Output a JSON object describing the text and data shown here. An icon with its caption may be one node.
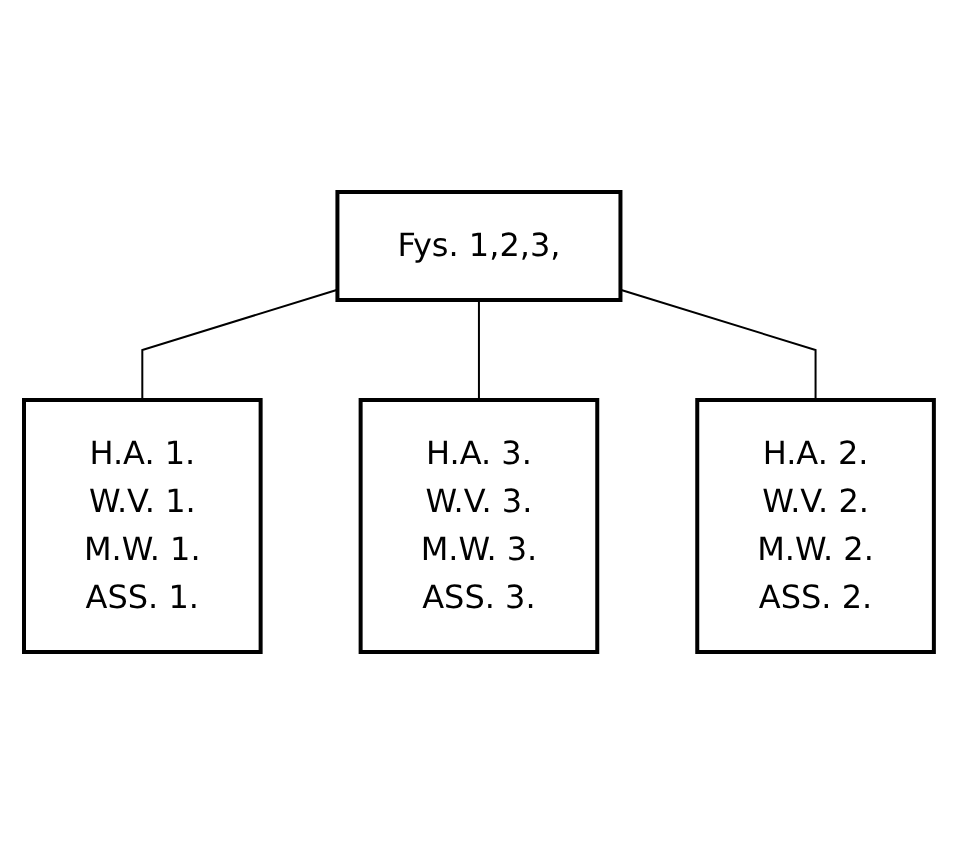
{
  "diagram": {
    "nodes": [
      {
        "text": [
          "Fys. 1,2,3,"
        ]
      },
      {
        "text": [
          "H.A. 1.",
          "W.V. 1.",
          "M.W. 1.",
          "ASS. 1."
        ]
      },
      {
        "text": [
          "H.A. 3.",
          "W.V. 3.",
          "M.W. 3.",
          "ASS. 3."
        ]
      },
      {
        "text": [
          "H.A. 2.",
          "W.V. 2.",
          "M.W. 2.",
          "ASS. 2."
        ]
      }
    ],
    "edges": [
      {
        "from": 0,
        "to": 1,
        "arrow": "none"
      },
      {
        "from": 0,
        "to": 2,
        "arrow": "none"
      },
      {
        "from": 0,
        "to": 3,
        "arrow": "none"
      }
    ]
  }
}
